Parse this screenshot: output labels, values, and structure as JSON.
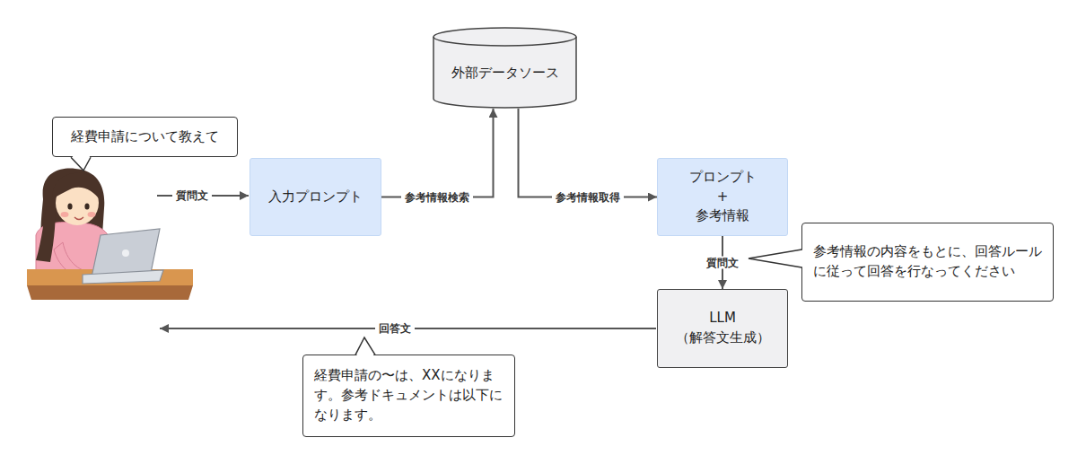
{
  "diagram": {
    "nodes": [
      {
        "text": [
          "外部データソース"
        ]
      },
      {
        "text": [
          "経費申請について教えて"
        ]
      },
      {
        "text": [
          "入力プロンプト"
        ]
      },
      {
        "text": [
          "プロンプト + 参考情報"
        ]
      },
      {
        "text": [
          "参考情報の内容をもとに、回答ルールに従って回答を行なってください"
        ]
      },
      {
        "text": [
          "LLM （解答文生成）"
        ]
      },
      {
        "text": [
          "経費申請の〜は、XXになります。参考ドキュメントは以下になります。"
        ]
      }
    ],
    "edges": [
      {
        "from": 2,
        "to": 0,
        "label": "参考情報検索",
        "arrow": "to"
      },
      {
        "from": 0,
        "to": 3,
        "label": "参考情報取得",
        "arrow": "to"
      },
      {
        "from": 3,
        "to": 5,
        "label": "質問文",
        "arrow": "to"
      }
    ],
    "labels": [
      "質問文",
      "回答文"
    ]
  }
}
